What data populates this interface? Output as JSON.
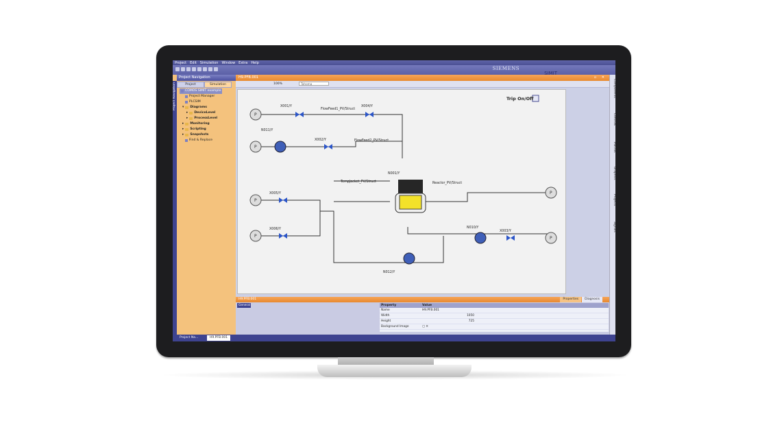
{
  "menubar": [
    "Project",
    "Edit",
    "Simulation",
    "Window",
    "Extra",
    "Help"
  ],
  "brand": "SIEMENS",
  "product": "SIMIT",
  "navigation": {
    "vertical_tab": "Project Navigation",
    "header": "Project Navigation",
    "tabs": [
      {
        "label": "Project",
        "active": false
      },
      {
        "label": "Simulation",
        "active": true
      }
    ],
    "tree": [
      {
        "label": "COMOS SIMIT example",
        "type": "root"
      },
      {
        "label": "Project Manager",
        "type": "item"
      },
      {
        "label": "PLCSIM",
        "type": "item"
      },
      {
        "label": "Diagrams",
        "type": "folder"
      },
      {
        "label": "DeviceLevel",
        "type": "subfolder"
      },
      {
        "label": "ProcessLevel",
        "type": "subfolder"
      },
      {
        "label": "Monitoring",
        "type": "folder"
      },
      {
        "label": "Scripting",
        "type": "folder"
      },
      {
        "label": "Snapshots",
        "type": "folder"
      },
      {
        "label": "Find & Replace",
        "type": "item"
      }
    ]
  },
  "editor": {
    "title": "H9.PFB.001",
    "zoom": "100%",
    "font": "Tahoma",
    "trip_label": "Trip On/Off",
    "tags": {
      "x001": "X001/Y",
      "x004": "X004/Y",
      "flow1": "FlowFeed1_PV/Struct",
      "n011": "N011/Y",
      "x002": "X002/Y",
      "flow2": "FlowFeed2_PV/Struct",
      "n001": "N001/Y",
      "temp": "TempJacket_PV/Struct",
      "reactor": "Reactor_PV/Struct",
      "x005": "X005/Y",
      "x006": "X006/Y",
      "n010": "N010/Y",
      "x003": "X003/Y",
      "n012": "N012/Y"
    },
    "pump_label": "P"
  },
  "properties": {
    "title": "H9.PFB.001",
    "tabs": [
      {
        "label": "Properties",
        "active": false
      },
      {
        "label": "Diagnosis",
        "active": true
      }
    ],
    "left_label": "General",
    "header": {
      "property": "Property",
      "value": "Value"
    },
    "rows": [
      {
        "property": "Name",
        "value": "H9.PFB.001"
      },
      {
        "property": "Width",
        "value": "1050"
      },
      {
        "property": "Height",
        "value": "725"
      },
      {
        "property": "Background Image",
        "value": ""
      }
    ]
  },
  "right_tabs": [
    "Components",
    "Controls",
    "Macros",
    "Graphics",
    "Projects",
    "Signals"
  ],
  "taskbar": [
    {
      "label": "Project Na...",
      "active": false
    },
    {
      "label": "H9.PFB.001",
      "active": true
    }
  ]
}
